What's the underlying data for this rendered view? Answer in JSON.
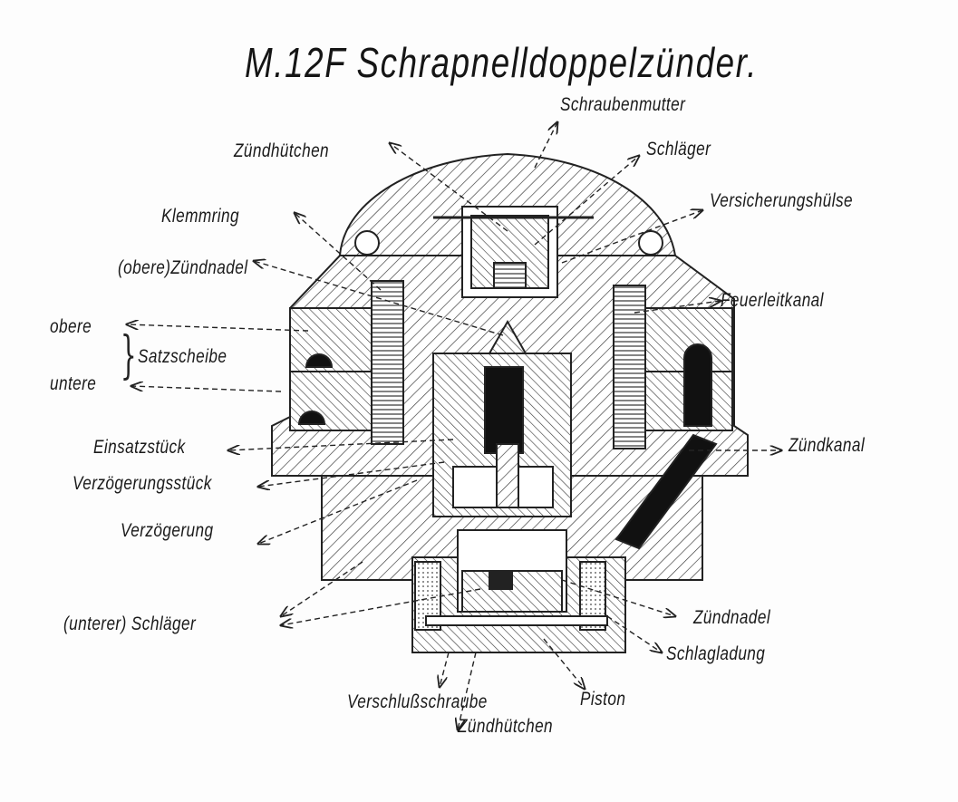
{
  "title": "M.12F Schrapnelldoppelzünder.",
  "labels": {
    "schraubenmutter": "Schraubenmutter",
    "zuendhuetchen_top": "Zündhütchen",
    "schlaeger": "Schläger",
    "versicherungshuelse": "Versicherungshülse",
    "klemmring": "Klemmring",
    "obere_zuendnadel": "(obere)Zündnadel",
    "feuerleitkanal": "Feuerleitkanal",
    "obere": "obere",
    "satzscheibe": "Satzscheibe",
    "untere": "untere",
    "einsatzstueck": "Einsatzstück",
    "zuendkanal": "Zündkanal",
    "verzoegerungsstueck": "Verzögerungsstück",
    "verzoegerung": "Verzögerung",
    "unterer_schlaeger": "(unterer) Schläger",
    "zuendnadel": "Zündnadel",
    "schlagladung": "Schlagladung",
    "verschlussschraube": "Verschlußschraube",
    "piston": "Piston",
    "zuendhuetchen_bottom": "Zündhütchen"
  }
}
